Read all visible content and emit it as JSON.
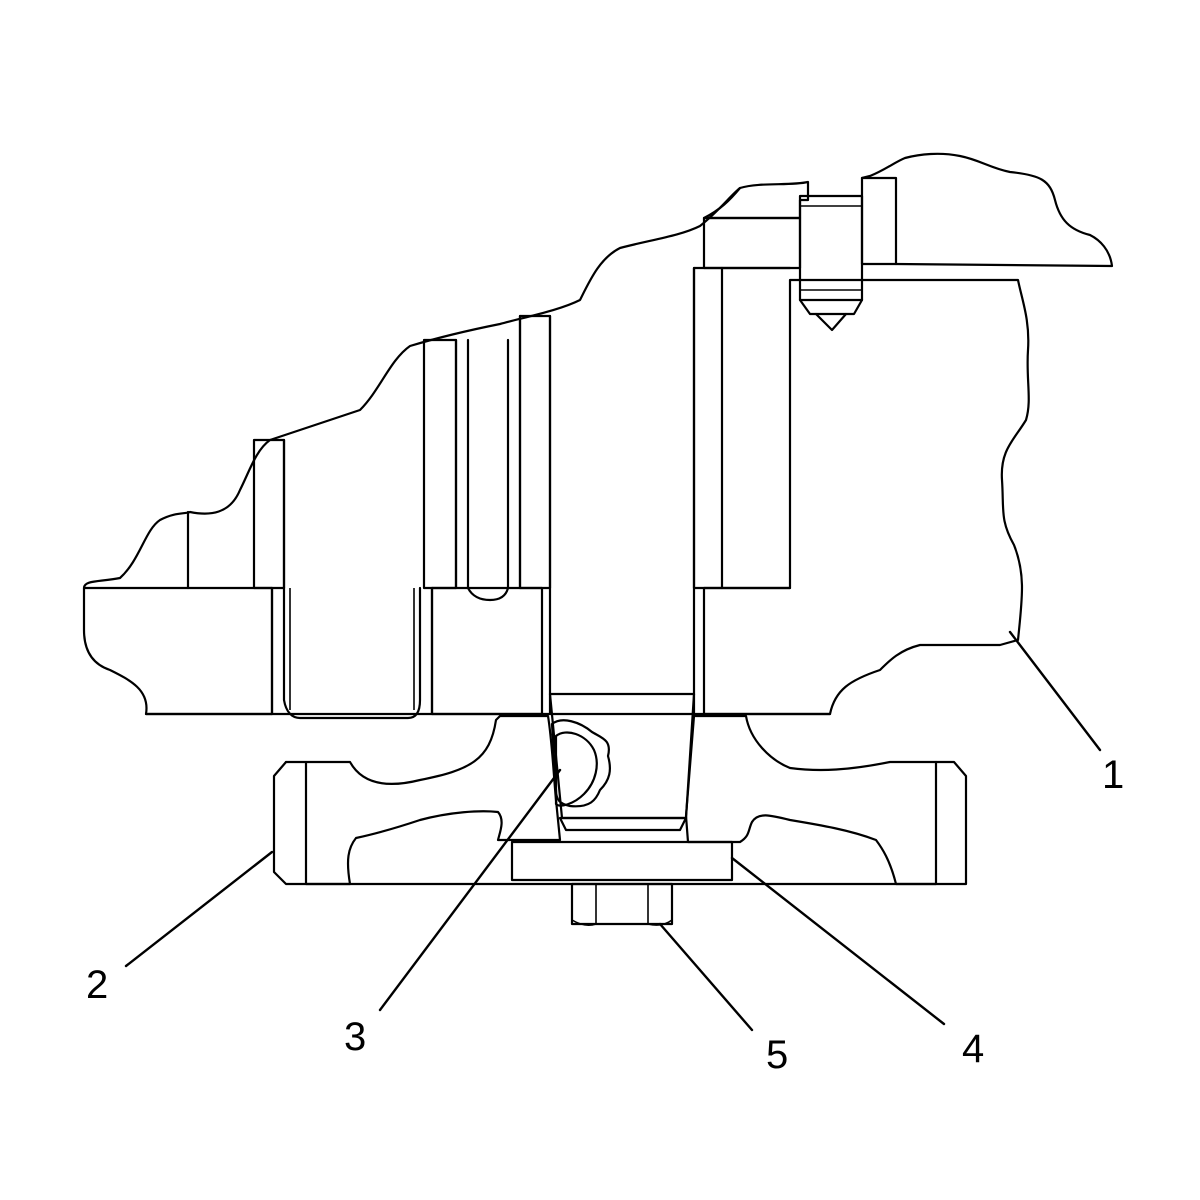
{
  "colors": {
    "line": "#000000",
    "background": "#ffffff"
  },
  "callouts": [
    {
      "id": "1",
      "label": "1"
    },
    {
      "id": "2",
      "label": "2"
    },
    {
      "id": "3",
      "label": "3"
    },
    {
      "id": "4",
      "label": "4"
    },
    {
      "id": "5",
      "label": "5"
    }
  ]
}
